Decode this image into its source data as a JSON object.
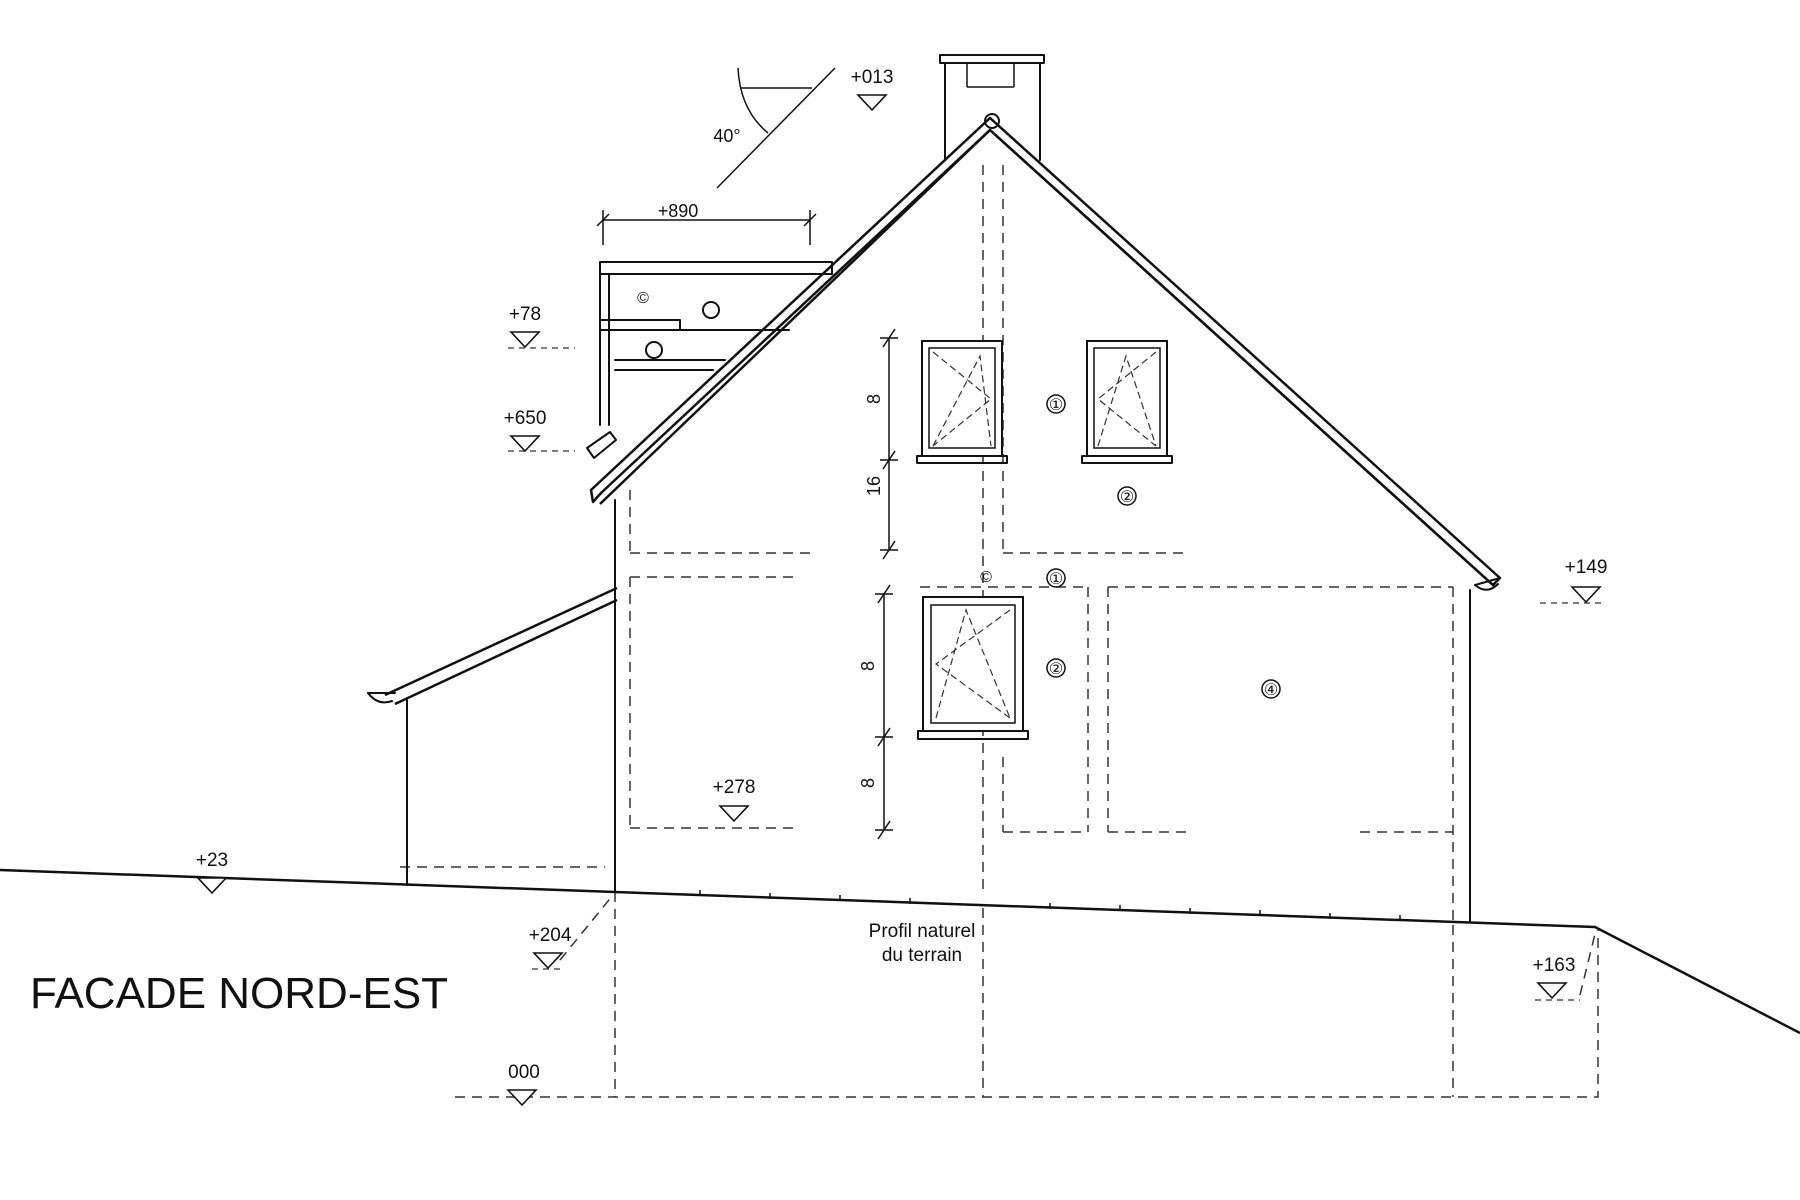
{
  "title": "FACADE NORD-EST",
  "terrain_note": [
    "Profil naturel",
    "du terrain"
  ],
  "roof_angle": "40°",
  "dimension_width": "+890",
  "levels": {
    "ridge_top": "+013",
    "upper_left": "+78",
    "eave_left": "+650",
    "eave_right": "+149",
    "interior": "+278",
    "ground_left": "+23",
    "ground_front": "+204",
    "ground_right": "+163",
    "foundation": "000"
  },
  "vertical_dims": {
    "upper_window": "8",
    "upper_sill": "16",
    "lower_window": "8",
    "lower_sill": "8"
  },
  "material_marks": {
    "dormer_c": "©",
    "upper_1": "①",
    "upper_2": "②",
    "mid_c": "©",
    "mid_1": "①",
    "lower_2": "②",
    "zone_4": "④"
  }
}
